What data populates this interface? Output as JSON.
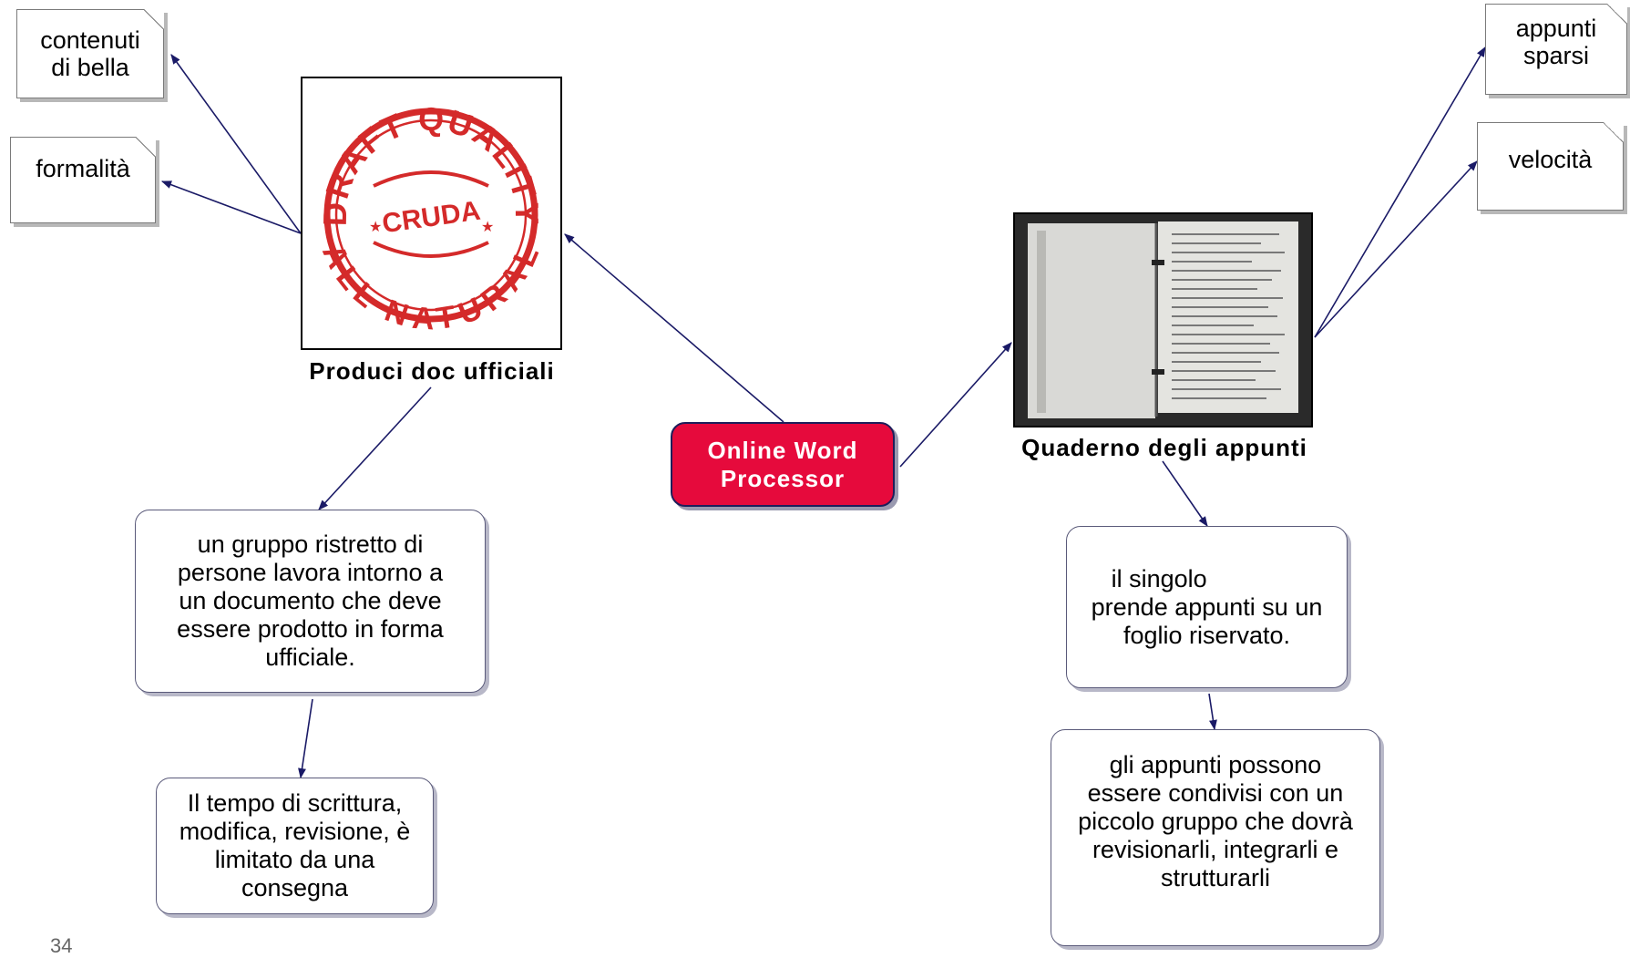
{
  "central": {
    "label_line1": "Online Word",
    "label_line2": "Processor",
    "color": "#e60a3c"
  },
  "left_branch": {
    "image_label": "Produci doc ufficiali",
    "stamp_image": {
      "type": "stamp",
      "top_arc_text": "DRAFT QUALITY",
      "bottom_arc_text": "ALL NATURAL",
      "center_text": "CRUDA",
      "color": "#d42a2a"
    },
    "notes": [
      {
        "line1": "contenuti",
        "line2": "di bella"
      },
      {
        "line1": "formalità",
        "line2": ""
      }
    ],
    "concepts": [
      {
        "lines": [
          "un gruppo ristretto di",
          "persone lavora intorno a",
          "un documento che deve",
          "essere prodotto in forma",
          "ufficiale."
        ]
      },
      {
        "lines": [
          "Il tempo di scrittura,",
          "modifica, revisione, è",
          "limitato da una",
          "consegna"
        ]
      }
    ]
  },
  "right_branch": {
    "image_label": "Quaderno degli appunti",
    "notebook_image": {
      "type": "notebook-photo"
    },
    "notes": [
      {
        "line1": "appunti",
        "line2": "sparsi"
      },
      {
        "line1": "velocità",
        "line2": ""
      }
    ],
    "concepts": [
      {
        "lines": [
          "il singolo",
          "prende appunti su un",
          "foglio riservato."
        ]
      },
      {
        "lines": [
          "gli appunti possono",
          "essere condivisi con un",
          "piccolo gruppo che dovrà",
          "revisionarli, integrarli e",
          "strutturarli"
        ]
      }
    ]
  },
  "page_number": "34",
  "link_color": "#1a1a66"
}
